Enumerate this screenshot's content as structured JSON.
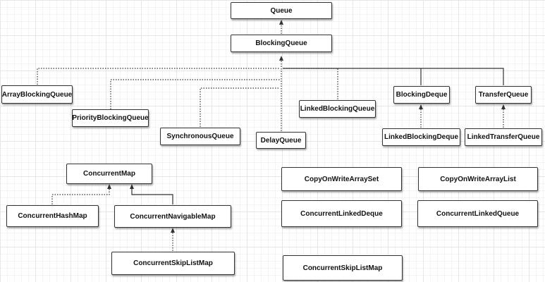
{
  "nodes": {
    "queue": "Queue",
    "blocking_queue": "BlockingQueue",
    "array_blocking_queue": "ArrayBlockingQueue",
    "priority_blocking_queue": "PriorityBlockingQueue",
    "synchronous_queue": "SynchronousQueue",
    "delay_queue": "DelayQueue",
    "linked_blocking_queue": "LinkedBlockingQueue",
    "blocking_deque": "BlockingDeque",
    "transfer_queue": "TransferQueue",
    "linked_blocking_deque": "LinkedBlockingDeque",
    "linked_transfer_queue": "LinkedTransferQueue",
    "concurrent_map": "ConcurrentMap",
    "concurrent_hash_map": "ConcurrentHashMap",
    "concurrent_navigable_map": "ConcurrentNavigableMap",
    "concurrent_skip_list_map_left": "ConcurrentSkipListMap",
    "copy_on_write_array_set": "CopyOnWriteArraySet",
    "copy_on_write_array_list": "CopyOnWriteArrayList",
    "concurrent_linked_deque": "ConcurrentLinkedDeque",
    "concurrent_linked_queue": "ConcurrentLinkedQueue",
    "concurrent_skip_list_set": "ConcurrentSkipListMap"
  },
  "edges": [
    {
      "from": "BlockingQueue",
      "to": "Queue",
      "style": "dashed"
    },
    {
      "from": "ArrayBlockingQueue",
      "to": "BlockingQueue",
      "style": "dashed"
    },
    {
      "from": "PriorityBlockingQueue",
      "to": "BlockingQueue",
      "style": "dashed"
    },
    {
      "from": "SynchronousQueue",
      "to": "BlockingQueue",
      "style": "dashed"
    },
    {
      "from": "DelayQueue",
      "to": "BlockingQueue",
      "style": "dashed"
    },
    {
      "from": "LinkedBlockingQueue",
      "to": "BlockingQueue",
      "style": "dashed"
    },
    {
      "from": "BlockingDeque",
      "to": "BlockingQueue",
      "style": "solid"
    },
    {
      "from": "TransferQueue",
      "to": "BlockingQueue",
      "style": "solid"
    },
    {
      "from": "LinkedBlockingDeque",
      "to": "BlockingDeque",
      "style": "dashed"
    },
    {
      "from": "LinkedTransferQueue",
      "to": "TransferQueue",
      "style": "dashed"
    },
    {
      "from": "ConcurrentHashMap",
      "to": "ConcurrentMap",
      "style": "dashed"
    },
    {
      "from": "ConcurrentNavigableMap",
      "to": "ConcurrentMap",
      "style": "solid"
    },
    {
      "from": "ConcurrentSkipListMap",
      "to": "ConcurrentNavigableMap",
      "style": "dashed"
    }
  ]
}
